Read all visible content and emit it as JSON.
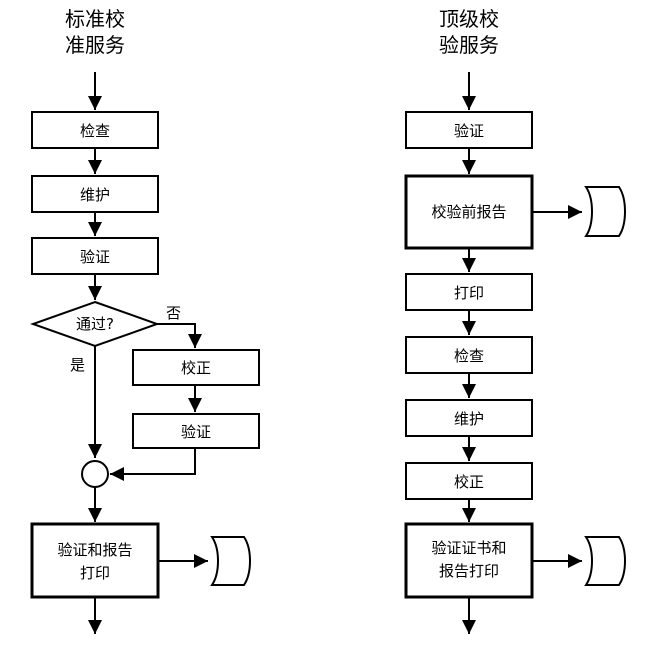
{
  "left": {
    "title_line1": "标准校",
    "title_line2": "准服务",
    "step_inspect": "检查",
    "step_maintain": "维护",
    "step_verify": "验证",
    "decision": "通过?",
    "yes": "是",
    "no": "否",
    "step_calibrate": "校正",
    "step_reverify": "验证",
    "final_line1": "验证和报告",
    "final_line2": "打印"
  },
  "right": {
    "title_line1": "顶级校",
    "title_line2": "验服务",
    "step_verify": "验证",
    "step_prereport": "校验前报告",
    "step_print": "打印",
    "step_inspect": "检查",
    "step_maintain": "维护",
    "step_calibrate": "校正",
    "final_line1": "验证证书和",
    "final_line2": "报告打印"
  }
}
